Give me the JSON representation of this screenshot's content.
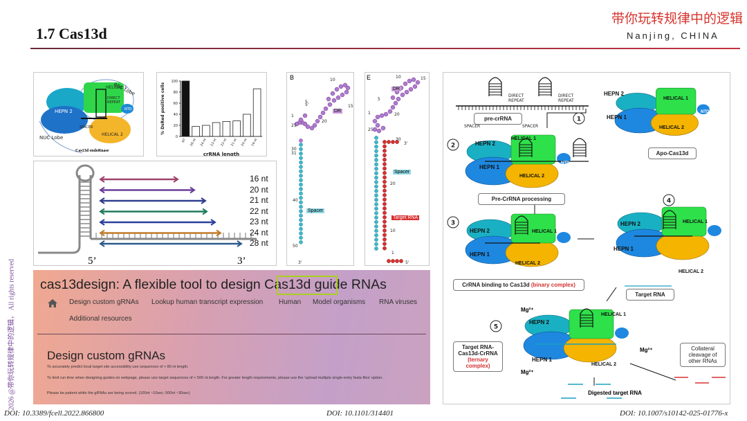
{
  "header": {
    "title": "1.7 Cas13d",
    "brand": "带你玩转规律中的逻辑",
    "location": "Nanjing, CHINA"
  },
  "side_watermark": "2026 @带你玩转规律中的逻辑，   All rights reserved",
  "footer": {
    "doi_left": "DOI: 10.3389/fcell.2022.866800",
    "doi_mid": "DOI: 10.1101/314401",
    "doi_right": "DOI: 10.1007/s10142-025-01776-x"
  },
  "structure_panel": {
    "labels": {
      "rec": "REC Lobe",
      "hepn1": "HEPN 1",
      "hepn2": "HEPN 2",
      "helical1": "HELICAL 1",
      "helical2": "HELICAL 2",
      "ntd": "NTD",
      "direct_repeat": "DIRECT REPEAT",
      "spacer": "SPACER",
      "nuc": "NUC Lobe",
      "caption": "Cas13d endoRnase"
    }
  },
  "chart_data": {
    "type": "bar",
    "categories": [
      "NT",
      "28-nt",
      "24-nt",
      "23-nt",
      "22-nt",
      "21-nt",
      "20-nt",
      "16-nt"
    ],
    "values": [
      100,
      18,
      20,
      25,
      27,
      28,
      40,
      86
    ],
    "ylabel": "% DsRed positive cells",
    "xlabel": "crRNA length",
    "ylim": [
      0,
      100
    ],
    "yticks": [
      "0",
      "20",
      "40",
      "60",
      "80",
      "100"
    ],
    "colors": {
      "NT": "#111111",
      "others": "#ffffff"
    }
  },
  "length_panel": {
    "lengths": [
      "16 nt",
      "20 nt",
      "21 nt",
      "22 nt",
      "23 nt",
      "24 nt",
      "28 nt"
    ],
    "colors": [
      "#a0426b",
      "#6a3d9a",
      "#2f3d8f",
      "#1f7a5a",
      "#2a3f9a",
      "#c07b2a",
      "#2b5a8a"
    ],
    "five_prime": "5’",
    "three_prime": "3’"
  },
  "rna_b": {
    "panel": "B",
    "dr": "DR",
    "spacer": "Spacer",
    "nums": [
      "10",
      "15",
      "5",
      "20",
      "1",
      "25",
      "30",
      "31",
      "40",
      "50",
      "3'",
      "5'"
    ]
  },
  "rna_e": {
    "panel": "E",
    "dr": "DR",
    "spacer": "Spacer",
    "target": "Target RNA",
    "nums": [
      "10",
      "15",
      "5",
      "20",
      "1",
      "25",
      "30",
      "3'",
      "20",
      "10",
      "1",
      "5'"
    ]
  },
  "cas13design": {
    "title": "cas13design: A flexible tool to design Cas13d guide RNAs",
    "nav": [
      "Design custom gRNAs",
      "Lookup human transcript expression",
      "Human",
      "Model organisms",
      "RNA viruses",
      "Additional resources"
    ],
    "heading": "Design custom gRNAs",
    "lines": [
      "To accurately predict local target site accessibility use sequences of > 80 nt length.",
      "To limit run time when designing guides on webpage, please use target sequences of < 500 nt length. For greater length requirements, please use the 'upload multiple single-entry fasta files' option.",
      "Please be patient while the gRNAs are being scored. (100nt ~10sec; 500nt ~30sec)"
    ]
  },
  "mechanism": {
    "direct_repeat": "DIRECT REPEAT",
    "pre_crrna": "pre-crRNA",
    "spacer": "SPACER",
    "apo": "Apo-Cas13d",
    "pre_processing": "Pre-CrRNA processing",
    "binding": "CrRNA binding to Cas13d",
    "binary": "(binary complex)",
    "target_rna": "Target RNA",
    "ternary_a": "Target RNA-",
    "ternary_b": "Cas13d-CrRNA",
    "ternary_c": "(ternary complex)",
    "collateral": "Collateral cleavage of other RNAs",
    "digested": "Digested target RNA",
    "mg": "Mg²⁺",
    "steps": [
      "1",
      "2",
      "3",
      "4",
      "5"
    ],
    "hepn1": "HEPN 1",
    "hepn2": "HEPN 2",
    "helical1": "HELICAL 1",
    "helical2": "HELICAL 2",
    "ntd": "NTD"
  }
}
